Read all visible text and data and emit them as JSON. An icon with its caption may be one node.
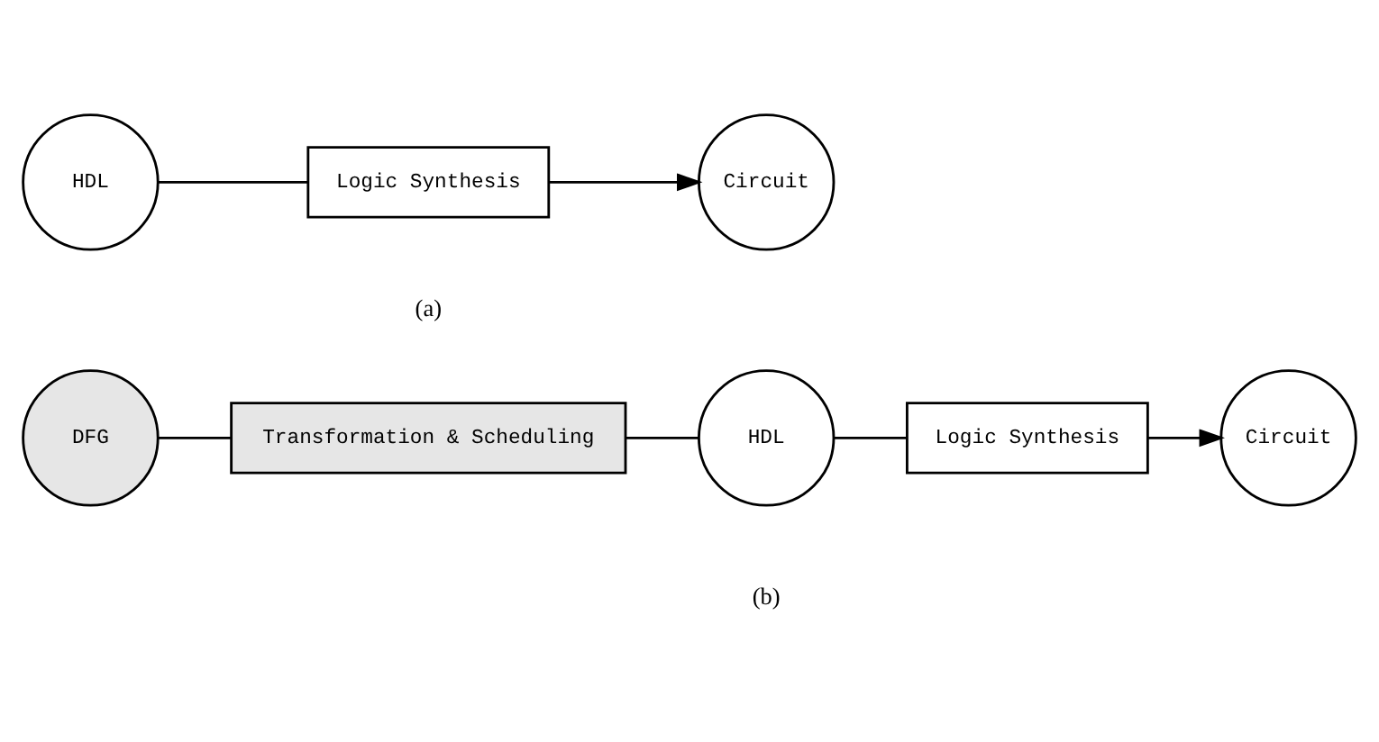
{
  "diagram": {
    "nodes": [
      {
        "text": [
          "HDL"
        ]
      },
      {
        "text": [
          "Logic Synthesis"
        ]
      },
      {
        "text": [
          "Circuit"
        ]
      },
      {
        "text": [
          "DFG"
        ]
      },
      {
        "text": [
          "Transformation & Scheduling"
        ]
      },
      {
        "text": [
          "HDL"
        ]
      },
      {
        "text": [
          "Logic Synthesis"
        ]
      },
      {
        "text": [
          "Circuit"
        ]
      }
    ],
    "edges": [
      {
        "from": 0,
        "to": 1,
        "arrow": "none"
      },
      {
        "from": 1,
        "to": 2,
        "arrow": "to"
      },
      {
        "from": 3,
        "to": 4,
        "arrow": "none"
      },
      {
        "from": 4,
        "to": 5,
        "arrow": "none"
      },
      {
        "from": 5,
        "to": 6,
        "arrow": "none"
      },
      {
        "from": 6,
        "to": 7,
        "arrow": "to"
      }
    ],
    "labels": [
      "(a)",
      "(b)"
    ]
  }
}
